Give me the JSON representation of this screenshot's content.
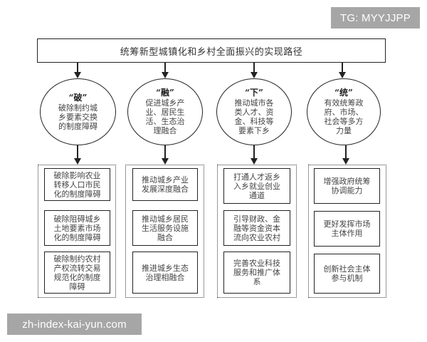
{
  "watermarks": {
    "top_right": "TG: MYYJJPP",
    "bottom_left": "zh-index-kai-yun.com"
  },
  "diagram": {
    "title": "统筹新型城镇化和乡村全面振兴的实现路径",
    "columns": [
      {
        "key": "po",
        "head": "“破”",
        "summary": "破除制约城乡要素交换的制度障碍",
        "items": [
          "破除影响农业转移人口市民化的制度障碍",
          "破除阻碍城乡土地要素市场化的制度障碍",
          "破除制约农村产权流转交易规范化的制度障碍"
        ]
      },
      {
        "key": "rong",
        "head": "“融”",
        "summary": "促进城乡产业、居民生活、生态治理融合",
        "items": [
          "推动城乡产业发展深度融合",
          "推动城乡居民生活服务设施融合",
          "推进城乡生态治理相融合"
        ]
      },
      {
        "key": "xia",
        "head": "“下”",
        "summary": "推动城市各类人才、资金、科技等要素下乡",
        "items": [
          "打通人才返乡入乡就业创业通道",
          "引导财政、金融等资金资本流向农业农村",
          "完善农业科技服务和推广体系"
        ]
      },
      {
        "key": "tong",
        "head": "“统”",
        "summary": "有效统筹政府、市场、社会等多方力量",
        "items": [
          "增强政府统筹协调能力",
          "更好发挥市场主体作用",
          "创新社会主体参与机制"
        ]
      }
    ]
  },
  "colors": {
    "line": "#222222",
    "text": "#444444",
    "badge_bg": "#a6a6a6",
    "badge_text": "#ffffff"
  }
}
